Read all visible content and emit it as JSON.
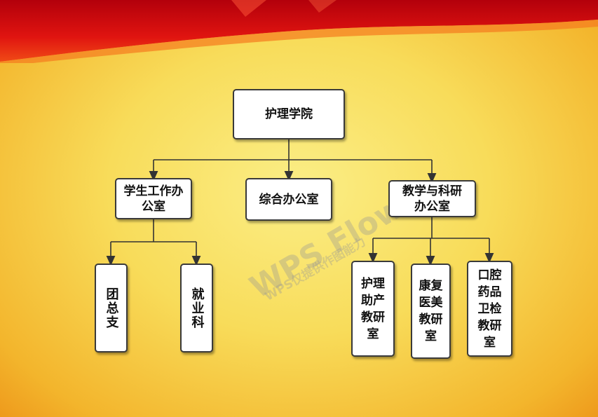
{
  "watermark": {
    "brand": "WPS Flow",
    "note": "WPS仅提供作图能力"
  },
  "nodes": {
    "root": "护理学院",
    "student_office": "学生工作办公室",
    "general_office": "综合办公室",
    "teaching_office": "教学与科研办公室",
    "league_branch": "团总支",
    "employment": "就业科",
    "nursing_midwifery": "护理助产教研室",
    "rehab_beauty": "康复医美教研室",
    "oral_pharma_hygiene": "口腔药品卫检教研室"
  }
}
